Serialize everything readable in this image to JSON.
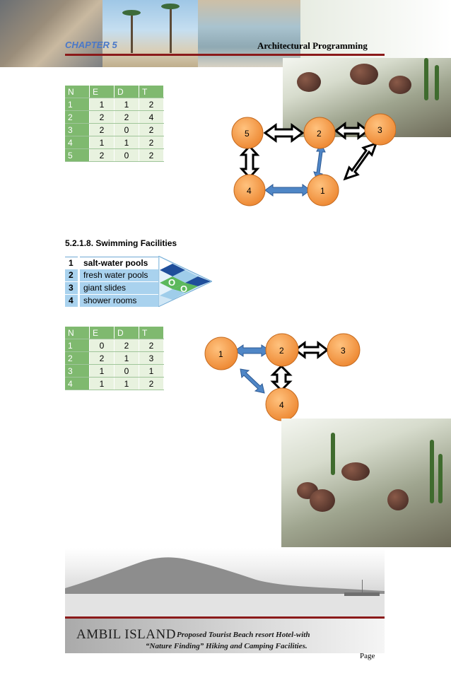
{
  "header": {
    "chapter": "CHAPTER 5",
    "title": "Architectural Programming"
  },
  "table1": {
    "headers": [
      "N",
      "E",
      "D",
      "T"
    ],
    "rows": [
      [
        "1",
        "1",
        "1",
        "2"
      ],
      [
        "2",
        "2",
        "2",
        "4"
      ],
      [
        "3",
        "2",
        "0",
        "2"
      ],
      [
        "4",
        "1",
        "1",
        "2"
      ],
      [
        "5",
        "2",
        "0",
        "2"
      ]
    ]
  },
  "diagram1": {
    "nodes": [
      "5",
      "2",
      "3",
      "4",
      "1"
    ]
  },
  "section": {
    "heading": "5.2.1.8. Swimming Facilities",
    "items": [
      {
        "num": "1",
        "label": "salt-water pools"
      },
      {
        "num": "2",
        "label": "fresh water pools"
      },
      {
        "num": "3",
        "label": "giant slides"
      },
      {
        "num": "4",
        "label": "shower rooms"
      }
    ],
    "matrix_marks": [
      "O",
      "O"
    ]
  },
  "table2": {
    "headers": [
      "N",
      "E",
      "D",
      "T"
    ],
    "rows": [
      [
        "1",
        "0",
        "2",
        "2"
      ],
      [
        "2",
        "2",
        "1",
        "3"
      ],
      [
        "3",
        "1",
        "0",
        "1"
      ],
      [
        "4",
        "1",
        "1",
        "2"
      ]
    ]
  },
  "diagram2": {
    "nodes": [
      "1",
      "2",
      "3",
      "4"
    ]
  },
  "footer": {
    "brand": "AMBIL ISLAND",
    "line1": "Proposed Tourist Beach resort Hotel-with",
    "line2": "“Nature Finding” Hiking and Camping Facilities.",
    "page": "Page"
  },
  "colors": {
    "node_orange": "#f39a4a",
    "table_green": "#7fb96f",
    "list_blue": "#a9d2ee",
    "rule_red": "#8b1a1a"
  }
}
